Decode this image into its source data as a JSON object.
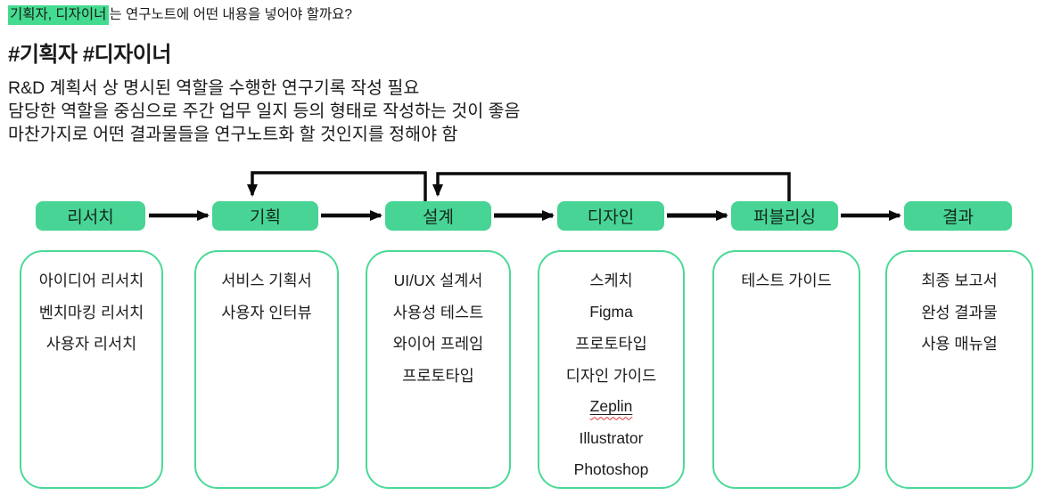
{
  "header": {
    "question": {
      "highlight": "기획자, 디자이너",
      "rest": "는 연구노트에 어떤 내용을 넣어야 할까요?"
    },
    "hashtags": "#기획자 #디자이너",
    "paragraph_lines": [
      "R&D 계획서 상 명시된 역할을 수행한 연구기록 작성 필요",
      "담당한 역할을 중심으로 주간 업무 일지 등의 형태로 작성하는 것이 좋음",
      "마찬가지로 어떤 결과물들을 연구노트화 할 것인지를 정해야 함"
    ]
  },
  "colors": {
    "stage_fill": "#48D494",
    "container_border": "#4CD998",
    "highlight": "#43DB90",
    "arrow": "#0B0B0B",
    "spellcheck_wavy": "#E03131",
    "text": "#1B1B1B"
  },
  "flow": {
    "stages": [
      {
        "id": "research",
        "label": "리서치",
        "items": [
          "아이디어 리서치",
          "벤치마킹 리서치",
          "사용자 리서치"
        ]
      },
      {
        "id": "planning",
        "label": "기획",
        "items": [
          "서비스 기획서",
          "사용자 인터뷰"
        ]
      },
      {
        "id": "architecture",
        "label": "설계",
        "items": [
          "UI/UX 설계서",
          "사용성 테스트",
          "와이어 프레임",
          "프로토타입"
        ]
      },
      {
        "id": "design",
        "label": "디자인",
        "items": [
          "스케치",
          "Figma",
          "프로토타입",
          "디자인 가이드",
          "Zeplin",
          "Illustrator",
          "Photoshop"
        ]
      },
      {
        "id": "publishing",
        "label": "퍼블리싱",
        "items": [
          "테스트 가이드"
        ]
      },
      {
        "id": "result",
        "label": "결과",
        "items": [
          "최종 보고서",
          "완성 결과물",
          "사용 매뉴얼"
        ]
      }
    ],
    "feedback_arrows": [
      {
        "from": "설계",
        "to": "기획"
      },
      {
        "from": "퍼블리싱",
        "to": "설계"
      }
    ]
  }
}
